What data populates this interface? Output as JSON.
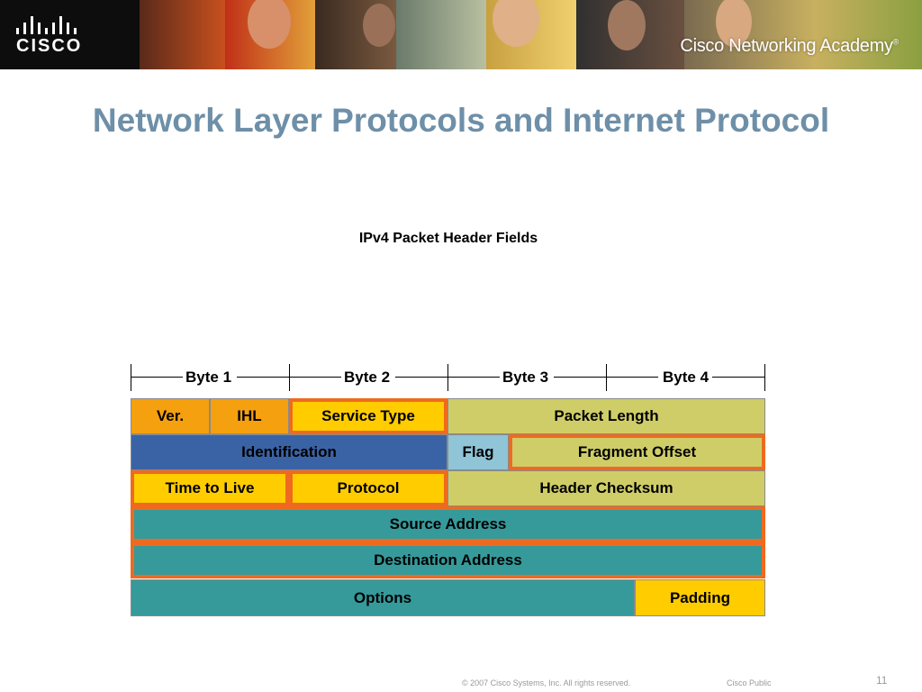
{
  "banner": {
    "logo_text": "CISCO",
    "brand_text": "Cisco Networking Academy",
    "brand_mark": "®"
  },
  "slide": {
    "title": "Network Layer Protocols and Internet Protocol",
    "diagram_title": "IPv4 Packet Header Fields"
  },
  "header_diagram": {
    "bytes": [
      "Byte 1",
      "Byte 2",
      "Byte 3",
      "Byte 4"
    ],
    "rows": [
      [
        {
          "label": "Ver.",
          "color": "#f5a00f",
          "highlighted": false
        },
        {
          "label": "IHL",
          "color": "#f5a00f",
          "highlighted": false
        },
        {
          "label": "Service Type",
          "color": "#ffcc00",
          "highlighted": true
        },
        {
          "label": "Packet Length",
          "color": "#cfcd68",
          "highlighted": false
        }
      ],
      [
        {
          "label": "Identification",
          "color": "#3a63a5",
          "highlighted": false
        },
        {
          "label": "Flag",
          "color": "#90c4d7",
          "highlighted": false
        },
        {
          "label": "Fragment Offset",
          "color": "#cfcd68",
          "highlighted": true
        }
      ],
      [
        {
          "label": "Time to Live",
          "color": "#ffcc00",
          "highlighted": true
        },
        {
          "label": "Protocol",
          "color": "#ffcc00",
          "highlighted": true
        },
        {
          "label": "Header Checksum",
          "color": "#cfcd68",
          "highlighted": false
        }
      ],
      [
        {
          "label": "Source Address",
          "color": "#369a9b",
          "highlighted": true
        }
      ],
      [
        {
          "label": "Destination Address",
          "color": "#369a9b",
          "highlighted": true
        }
      ],
      [
        {
          "label": "Options",
          "color": "#369a9b",
          "highlighted": false
        },
        {
          "label": "Padding",
          "color": "#ffcc00",
          "highlighted": false
        }
      ]
    ],
    "highlight_color": "#ef6a1f"
  },
  "footer": {
    "copyright": "© 2007 Cisco Systems, Inc. All rights reserved.",
    "classification": "Cisco Public",
    "page_number": "11"
  }
}
